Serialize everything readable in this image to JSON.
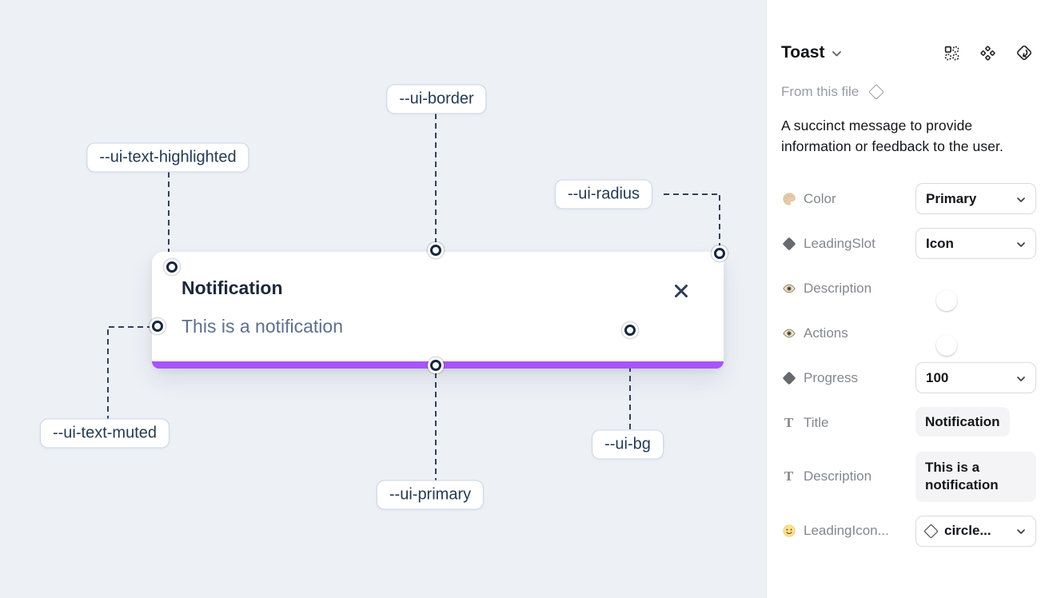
{
  "canvas": {
    "annotations": {
      "border": "--ui-border",
      "text_highlighted": "--ui-text-highlighted",
      "radius": "--ui-radius",
      "text_muted": "--ui-text-muted",
      "primary": "--ui-primary",
      "bg": "--ui-bg"
    },
    "toast": {
      "title": "Notification",
      "description": "This is a notification",
      "close_icon": "x-icon",
      "progress_color": "#a855f7",
      "title_color": "#1d2939",
      "muted_text_color": "#5d708c",
      "background_color": "#ffffff"
    },
    "canvas_background": "#edf1f6"
  },
  "panel": {
    "header": {
      "title": "Toast",
      "chevron_icon": "chevron-down-icon",
      "icons": [
        "variants-grid-icon",
        "component-icon",
        "go-to-main-component-icon"
      ]
    },
    "source": "From this file",
    "source_icon": "diamond-outline-icon",
    "description": "A succinct message to provide information or feedback to the user.",
    "properties": [
      {
        "icon": "palette-icon",
        "label": "Color",
        "control": "select",
        "value": "Primary"
      },
      {
        "icon": "diamond-icon",
        "label": "LeadingSlot",
        "control": "select",
        "value": "Icon"
      },
      {
        "icon": "eye-icon",
        "label": "Description",
        "control": "toggle",
        "value": true
      },
      {
        "icon": "eye-icon",
        "label": "Actions",
        "control": "toggle",
        "value": true
      },
      {
        "icon": "diamond-icon",
        "label": "Progress",
        "control": "select",
        "value": "100"
      },
      {
        "icon": "text-icon",
        "label": "Title",
        "control": "text",
        "value": "Notification"
      },
      {
        "icon": "text-icon",
        "label": "Description",
        "control": "text",
        "value": "This is a notification"
      },
      {
        "icon": "smiley-icon",
        "label": "LeadingIcon...",
        "control": "select-icon",
        "value": "circle..."
      }
    ],
    "colors": {
      "toggle_on": "#179cf7",
      "accent_purple": "#a855f7"
    }
  }
}
